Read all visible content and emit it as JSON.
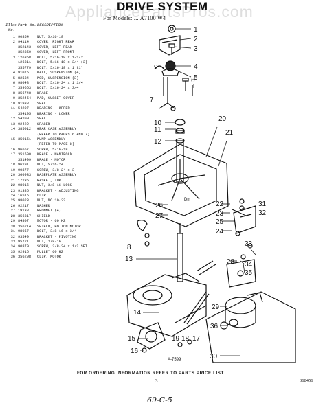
{
  "header": {
    "title": "DRIVE SYSTEM",
    "subtitle": "For Models: ... A7100 W4",
    "watermark": "AppliancePartsPros.com"
  },
  "parts_list": {
    "columns": [
      "Illus No.",
      "Part No.",
      "DESCRIPTION"
    ],
    "rows": [
      [
        "1",
        "90854",
        "NUT, 5/16-18"
      ],
      [
        "2",
        "94114",
        "COVER, RIGHT REAR"
      ],
      [
        "",
        "352143",
        "COVER, LEFT REAR"
      ],
      [
        "",
        "352350",
        "COVER, LEFT FRONT"
      ],
      [
        "3",
        "126358",
        "BOLT, 5/16-18 x 1-1/2"
      ],
      [
        "",
        "126811",
        "BOLT, 5/16-18 x 3/4 (3)"
      ],
      [
        "",
        "355779",
        "BOLT, 5/16-18 x 1 (1)"
      ],
      [
        "4",
        "91075",
        "BALL, SUSPENSION (4)"
      ],
      [
        "5",
        "82584",
        "POD, SUSPENSION (3)"
      ],
      [
        "6",
        "98048",
        "BOLT, 5/16-24 x 1 1/4"
      ],
      [
        "7",
        "359663",
        "BOLT, 5/16-24 x 3/4"
      ],
      [
        "8",
        "356748",
        "BRACE"
      ],
      [
        "9",
        "352454",
        "PAD, GUSSET COVER"
      ],
      [
        "10",
        "91938",
        "SEAL"
      ],
      [
        "11",
        "54207",
        "BEARING - UPPER"
      ],
      [
        "",
        "354195",
        "BEARING - LOWER"
      ],
      [
        "12",
        "54209",
        "SEAL"
      ],
      [
        "13",
        "92429",
        "SPACER"
      ],
      [
        "14",
        "385012",
        "GEAR CASE ASSEMBLY"
      ],
      [
        "",
        "",
        "(REFER TO PAGES 6 AND 7)"
      ],
      [
        "15",
        "350151",
        "PUMP ASSEMBLY"
      ],
      [
        "",
        "",
        "(REFER TO PAGE 8)"
      ],
      [
        "16",
        "96667",
        "SCREW, 5/16-18"
      ],
      [
        "17",
        "351500",
        "BRACE - MANIFOLD"
      ],
      [
        "",
        "351499",
        "BRACE - MOTOR"
      ],
      [
        "18",
        "96191",
        "NUT, 5/16-24"
      ],
      [
        "19",
        "90877",
        "SCREW, 3/8-24 x 3"
      ],
      [
        "20",
        "360933",
        "BASEPLATE ASSEMBLY"
      ],
      [
        "21",
        "17235",
        "GASKET, TUB"
      ],
      [
        "22",
        "98016",
        "NUT, 3/8-16 LOCK"
      ],
      [
        "23",
        "91386",
        "BRACKET - ADJUSTING"
      ],
      [
        "24",
        "16515",
        "CLIP"
      ],
      [
        "25",
        "98023",
        "NUT, NO 10-32"
      ],
      [
        "26",
        "92217",
        "WASHER"
      ],
      [
        "27",
        "19138",
        "GROMMET (4)"
      ],
      [
        "28",
        "356317",
        "SHIELD"
      ],
      [
        "29",
        "84807",
        "MOTOR - 60 HZ"
      ],
      [
        "30",
        "356214",
        "SHIELD, BOTTOM MOTOR"
      ],
      [
        "31",
        "98057",
        "BOLT, 3/8-16 x 3/4"
      ],
      [
        "32",
        "93549",
        "BRACKET - PIVOTING"
      ],
      [
        "33",
        "95721",
        "NUT, 3/8-16"
      ],
      [
        "34",
        "90879",
        "SCREW, 3/8-24 x 1/2 SET"
      ],
      [
        "35",
        "92916",
        "PULLEY 60 HZ"
      ],
      [
        "36",
        "356208",
        "CLIP, MOTOR"
      ]
    ]
  },
  "callouts": [
    "1",
    "2",
    "3",
    "4",
    "5",
    "6",
    "7",
    "8",
    "9",
    "10",
    "11",
    "12",
    "13",
    "14",
    "15",
    "16",
    "17",
    "18",
    "19",
    "20",
    "21",
    "22",
    "23",
    "24",
    "25",
    "26",
    "27",
    "28",
    "29",
    "30",
    "31",
    "32",
    "33",
    "34",
    "35",
    "36"
  ],
  "diagram_text": {
    "drawing_no": "A-7599"
  },
  "footer": {
    "notice": "FOR ORDERING INFORMATION REFER TO PARTS PRICE LIST",
    "page_number": "3",
    "code": "368456",
    "handwritten": "69-C-5"
  }
}
